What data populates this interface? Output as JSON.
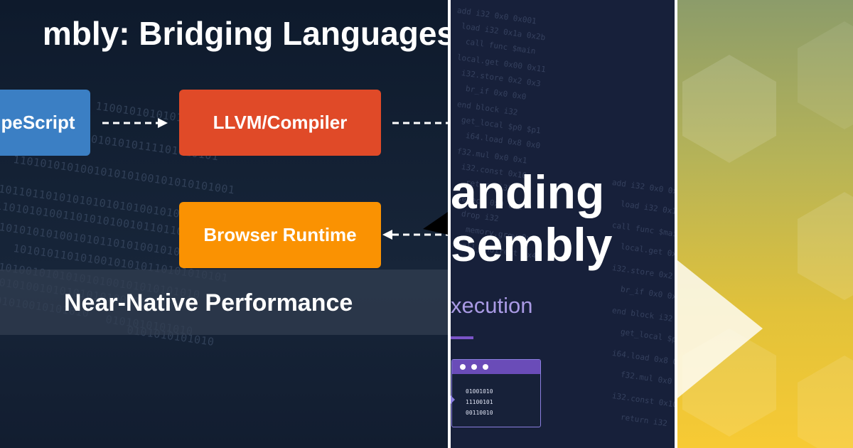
{
  "panel1": {
    "title": "mbly: Bridging Languages",
    "boxes": {
      "typescript": "peScript",
      "llvm": "LLVM/Compiler",
      "browser": "Browser Runtime"
    },
    "banner": "Near-Native Performance",
    "binary_lines": [
      "11001010101010",
      "10101010111101010101",
      "110101010100101010100101010101001",
      "01011011010101010101010010101010101",
      "110101010011010101001011011010101011",
      "10101010100101011010100101001010",
      "10101011010100101010110101010101",
      "0101001010101010100101010101010",
      "010100101010101010010010101",
      "101010010101010",
      "0101010101010",
      "0101010101010"
    ],
    "colors": {
      "typescript": "#3b7fc4",
      "llvm": "#e04a28",
      "browser": "#fa9202"
    }
  },
  "panel2": {
    "title_line1": "anding",
    "title_line2": "sembly",
    "subtitle": "xecution",
    "terminal_lines": [
      "01001010",
      "11100101",
      "00110010"
    ],
    "code_lines": [
      "add i32 0x0 0x001",
      "load i32 0x1a 0x2b",
      "call func $main",
      "local.get 0x00 0x11",
      "i32.store 0x2 0x3",
      "br_if 0x0 0x0",
      "end block i32",
      "get_local $p0 $p1",
      "i64.load 0x8 0x0",
      "f32.mul 0x0 0x1",
      "i32.const 0x10",
      "return i32",
      "select 0x0 0x2",
      "drop i32",
      "memory.grow 0x1",
      "call_indirect 0x4"
    ],
    "colors": {
      "accent": "#7b54c8",
      "subtitle": "#a99ae4"
    }
  },
  "panel3": {
    "colors": {
      "top": "#8c9c6a",
      "bottom": "#f7ca34"
    }
  }
}
